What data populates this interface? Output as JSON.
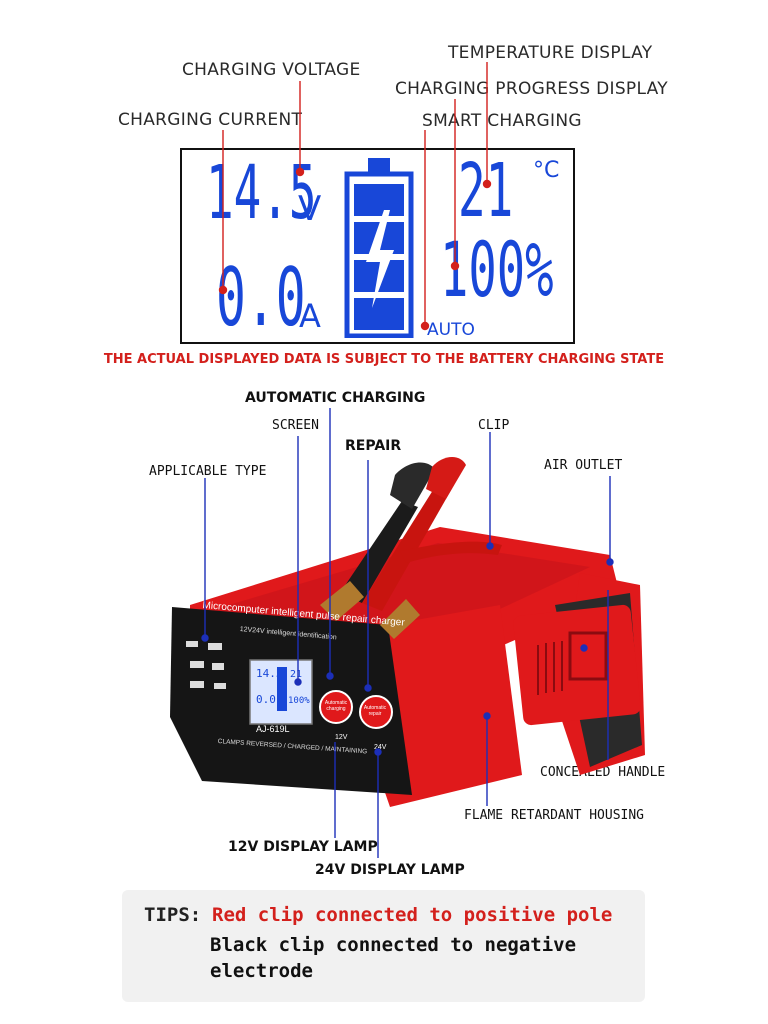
{
  "top_labels": {
    "temperature_display": "TEMPERATURE DISPLAY",
    "charging_voltage": "CHARGING VOLTAGE",
    "charging_progress_display": "CHARGING PROGRESS DISPLAY",
    "charging_current": "CHARGING CURRENT",
    "smart_charging": "SMART CHARGING"
  },
  "lcd": {
    "voltage": "14.5",
    "voltage_unit": "V",
    "current": "0.0",
    "current_unit": "A",
    "temperature": "21",
    "temperature_unit": "°C",
    "progress": "100%",
    "mode": "AUTO",
    "battery_level": 1.0
  },
  "notice": "THE ACTUAL DISPLAYED DATA IS SUBJECT TO THE BATTERY CHARGING STATE",
  "product_labels": {
    "automatic_charging": "AUTOMATIC CHARGING",
    "screen": "SCREEN",
    "repair": "REPAIR",
    "clip": "CLIP",
    "applicable_type": "APPLICABLE TYPE",
    "air_outlet": "AIR OUTLET",
    "concealed_handle": "CONCEALED HANDLE",
    "flame_retardant_housing": "FLAME RETARDANT HOUSING",
    "lamp_12v": "12V DISPLAY LAMP",
    "lamp_24v": "24V DISPLAY LAMP"
  },
  "device": {
    "title": "Microcomputer intelligent pulse repair charger",
    "subtitle": "12V24V intelligent identification",
    "model": "AJ-619L",
    "status_line": "CLAMPS REVERSED / CHARGED / MAINTAINING",
    "btn_left": "Automatic charging",
    "btn_right": "Automatic repair",
    "tag_12v": "12V",
    "tag_24v": "24V"
  },
  "tips": {
    "prefix": "TIPS:",
    "line1": "Red clip connected to positive pole",
    "line2": "Black clip connected to negative",
    "line3": "electrode"
  },
  "colors": {
    "lcd_blue": "#1847d8",
    "leader_red": "#d3201c",
    "leader_blue": "#1c2fb8",
    "housing_red": "#e0191b",
    "panel_black": "#151515"
  }
}
